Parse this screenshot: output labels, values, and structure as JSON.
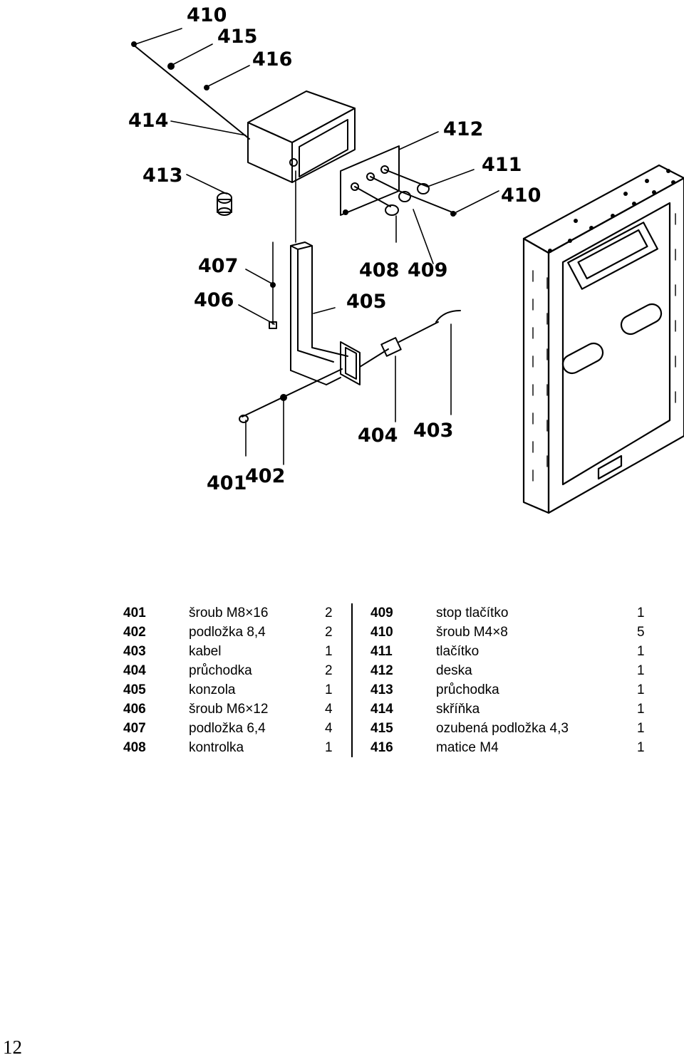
{
  "callouts": [
    "410",
    "415",
    "416",
    "414",
    "412",
    "413",
    "411",
    "410",
    "407",
    "408",
    "409",
    "406",
    "405",
    "404",
    "403",
    "401",
    "402"
  ],
  "parts_left": [
    {
      "num": "401",
      "name": "šroub M8×16",
      "qty": "2"
    },
    {
      "num": "402",
      "name": "podložka 8,4",
      "qty": "2"
    },
    {
      "num": "403",
      "name": "kabel",
      "qty": "1"
    },
    {
      "num": "404",
      "name": "průchodka",
      "qty": "2"
    },
    {
      "num": "405",
      "name": "konzola",
      "qty": "1"
    },
    {
      "num": "406",
      "name": "šroub M6×12",
      "qty": "4"
    },
    {
      "num": "407",
      "name": "podložka 6,4",
      "qty": "4"
    },
    {
      "num": "408",
      "name": "kontrolka",
      "qty": "1"
    }
  ],
  "parts_right": [
    {
      "num": "409",
      "name": "stop tlačítko",
      "qty": "1"
    },
    {
      "num": "410",
      "name": "šroub M4×8",
      "qty": "5"
    },
    {
      "num": "411",
      "name": "tlačítko",
      "qty": "1"
    },
    {
      "num": "412",
      "name": "deska",
      "qty": "1"
    },
    {
      "num": "413",
      "name": "průchodka",
      "qty": "1"
    },
    {
      "num": "414",
      "name": "skříňka",
      "qty": "1"
    },
    {
      "num": "415",
      "name": "ozubená podložka 4,3",
      "qty": "1"
    },
    {
      "num": "416",
      "name": "matice M4",
      "qty": "1"
    }
  ],
  "page_number": "12"
}
